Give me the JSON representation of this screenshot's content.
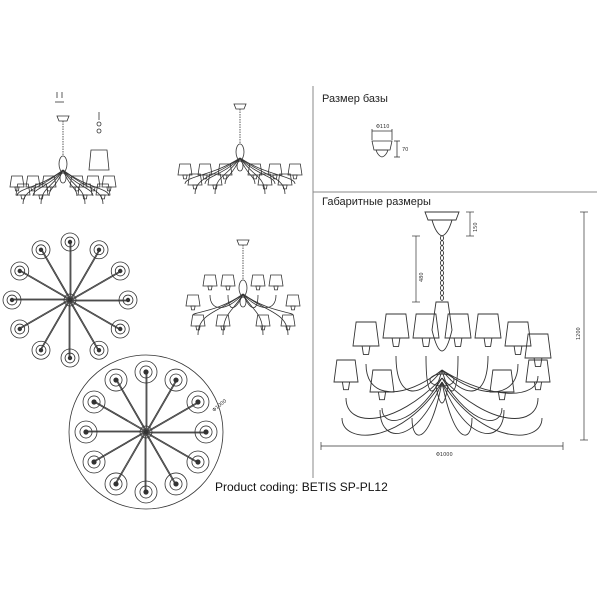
{
  "headers": {
    "base_size": "Размер базы",
    "overall_dimensions": "Габаритные размеры"
  },
  "product_coding": "Product coding: BETIS SP-PL12",
  "dimensions": {
    "base_diameter": "Φ110",
    "base_height": "70",
    "canopy_drop": "150",
    "chain_length": "480",
    "total_height": "1200",
    "total_diameter": "Φ1000",
    "plan_diameter": "Φ1000"
  },
  "colors": {
    "line": "#333333",
    "divider": "#888888"
  }
}
